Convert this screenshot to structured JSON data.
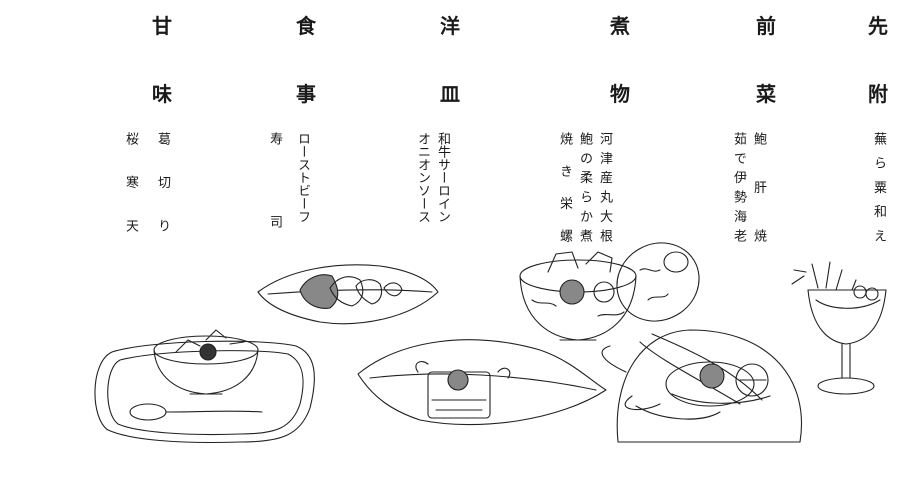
{
  "courses": [
    {
      "category": [
        "先",
        "附"
      ],
      "dishes": [
        "蕪ら粟和え"
      ]
    },
    {
      "category": [
        "前",
        "菜"
      ],
      "dishes": [
        "鮑 肝 焼",
        "茹で伊勢海老"
      ]
    },
    {
      "category": [
        "煮",
        "物"
      ],
      "dishes": [
        "河津産丸大根",
        "鮑の柔らか煮",
        "焼 き 栄 螺"
      ]
    },
    {
      "category": [
        "洋",
        "皿"
      ],
      "dishes": [
        "和牛サーロイン",
        "オニオンソース"
      ]
    },
    {
      "category": [
        "食",
        "事"
      ],
      "dishes": [
        "ローストビーフ",
        "寿 司"
      ]
    },
    {
      "category": [
        "甘",
        "味"
      ],
      "dishes": [
        "葛 切 り",
        "桜 寒 天"
      ]
    }
  ]
}
